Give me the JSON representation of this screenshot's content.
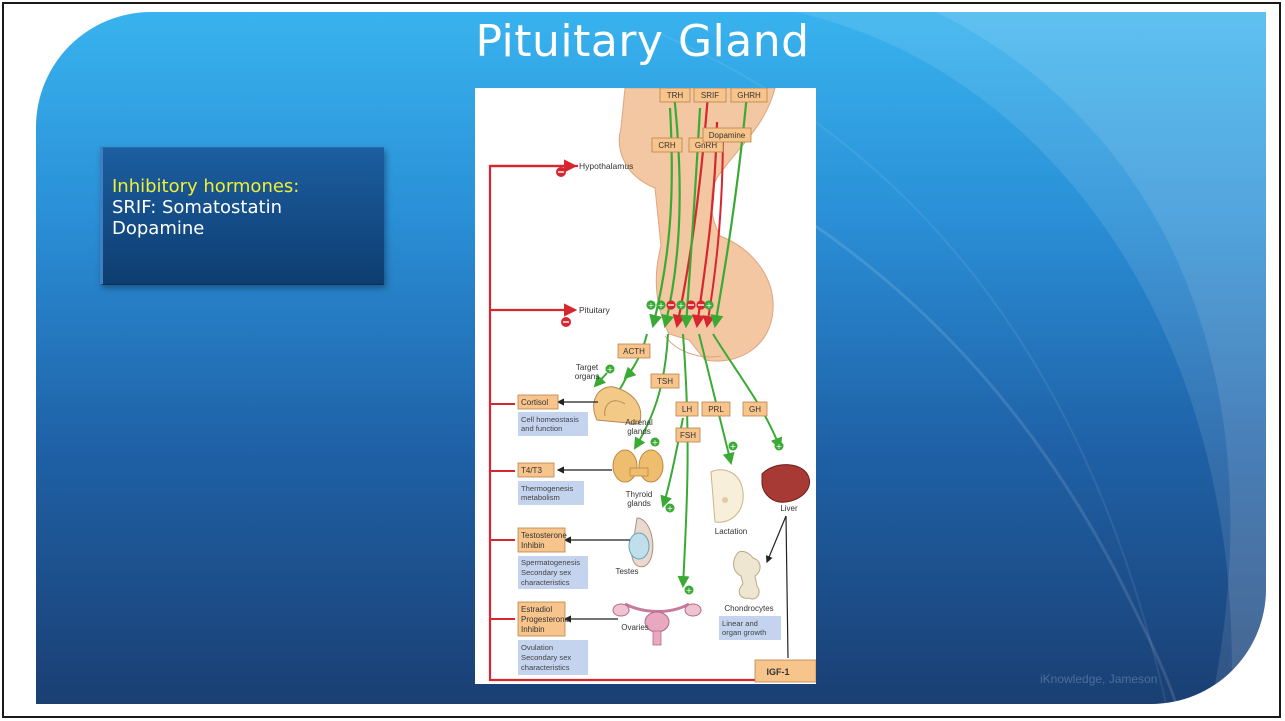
{
  "slide": {
    "title": "Pituitary Gland",
    "credit": "iKnowledge, Jameson",
    "colors": {
      "panel_top": "#38b3ee",
      "panel_bottom": "#1a3f73",
      "highlight": "#f2ee35",
      "stimulatory": "#3aaa35",
      "inhibitory": "#d7262e"
    }
  },
  "infobox": {
    "heading": "Inhibitory hormones:",
    "line1": "SRIF: Somatostatin",
    "line2": "Dopamine"
  },
  "diagram": {
    "releasing_hormones": {
      "trh": "TRH",
      "srif": "SRIF",
      "ghrh": "GHRH",
      "crh": "CRH",
      "gnrh": "GnRH",
      "dopamine": "Dopamine"
    },
    "levels": {
      "hypothalamus": "Hypothalamus",
      "pituitary": "Pituitary"
    },
    "pituitary_hormones": {
      "acth": "ACTH",
      "tsh": "TSH",
      "lh": "LH",
      "fsh": "FSH",
      "prl": "PRL",
      "gh": "GH"
    },
    "target_organs": {
      "heading": [
        "Target",
        "organs"
      ],
      "adrenal": [
        "Adrenal",
        "glands"
      ],
      "thyroid": [
        "Thyroid",
        "glands"
      ],
      "testes": "Testes",
      "ovaries": "Ovaries",
      "breast": "Lactation",
      "liver": "Liver",
      "bone": "Chondrocytes"
    },
    "products": {
      "cortisol": "Cortisol",
      "t4t3": "T4/T3",
      "testosterone": [
        "Testosterone",
        "Inhibin"
      ],
      "estradiol": [
        "Estradiol",
        "Progesterone",
        "Inhibin"
      ],
      "igf1": "IGF-1"
    },
    "effects": {
      "cortisol": [
        "Cell homeostasis",
        "and function"
      ],
      "thyroid": [
        "Thermogenesis",
        "metabolism"
      ],
      "testes": [
        "Spermatogenesis",
        "Secondary sex",
        "characteristics"
      ],
      "ovaries": [
        "Ovulation",
        "Secondary sex",
        "characteristics"
      ],
      "growth": [
        "Linear and",
        "organ growth"
      ]
    }
  }
}
